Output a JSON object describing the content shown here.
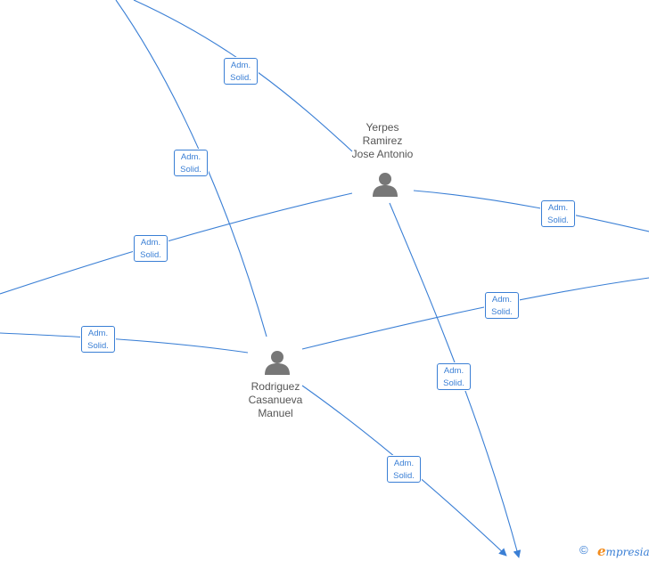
{
  "nodes": {
    "yerpes": {
      "name_lines": [
        "Yerpes",
        "Ramirez",
        "Jose Antonio"
      ]
    },
    "rodriguez": {
      "name_lines": [
        "Rodriguez",
        "Casanueva",
        "Manuel"
      ]
    }
  },
  "relations": [
    {
      "line1": "Adm.",
      "line2": "Solid."
    },
    {
      "line1": "Adm.",
      "line2": "Solid."
    },
    {
      "line1": "Adm.",
      "line2": "Solid."
    },
    {
      "line1": "Adm.",
      "line2": "Solid."
    },
    {
      "line1": "Adm.",
      "line2": "Solid."
    },
    {
      "line1": "Adm.",
      "line2": "Solid."
    },
    {
      "line1": "Adm.",
      "line2": "Solid."
    },
    {
      "line1": "Adm.",
      "line2": "Solid."
    }
  ],
  "footer": {
    "copyright_symbol": "©",
    "brand_initial": "e",
    "brand_rest": "mpresia"
  },
  "colors": {
    "edge": "#3a7fd5",
    "person_icon": "#777777",
    "label_text": "#555555",
    "brand_accent": "#f28c1e"
  }
}
